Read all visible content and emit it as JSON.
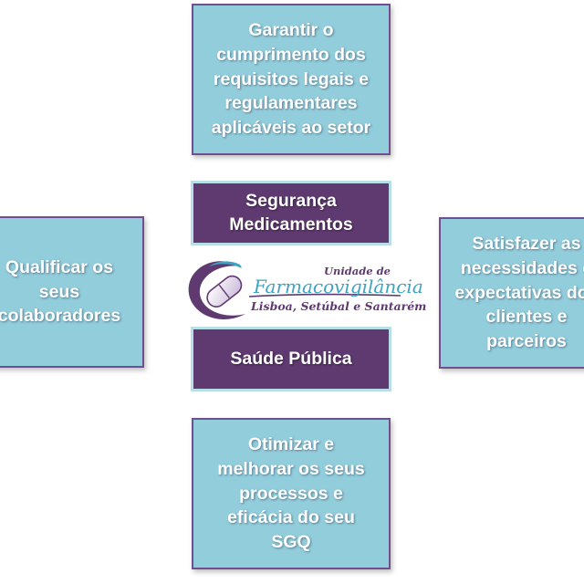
{
  "diagram": {
    "top_box": "Garantir o\ncumprimento dos\nrequisitos legais e\nregulamentares\naplicáveis ao setor",
    "left_box": "Qualificar os\nseus\ncolaboradores",
    "right_box": "Satisfazer as\nnecessidades e\nexpectativas dos\nclientes e\nparceiros",
    "bottom_box": "Otimizar e\nmelhorar os seus\nprocessos e\neficácia do seu\nSGQ",
    "center_top": "Segurança\nMedicamentos",
    "center_bottom": "Saúde Pública"
  },
  "logo": {
    "line1": "Unidade de",
    "line2": "Farmacovigilância",
    "line3": "Lisboa, Setúbal e Santarém"
  },
  "colors": {
    "outer_box_fill": "#92cddc",
    "outer_box_border": "#6f4f8f",
    "inner_box_fill": "#5f3a70",
    "inner_box_border": "#b8dfe8",
    "logo_purple": "#5f3a70",
    "logo_teal": "#3ca3c1"
  }
}
